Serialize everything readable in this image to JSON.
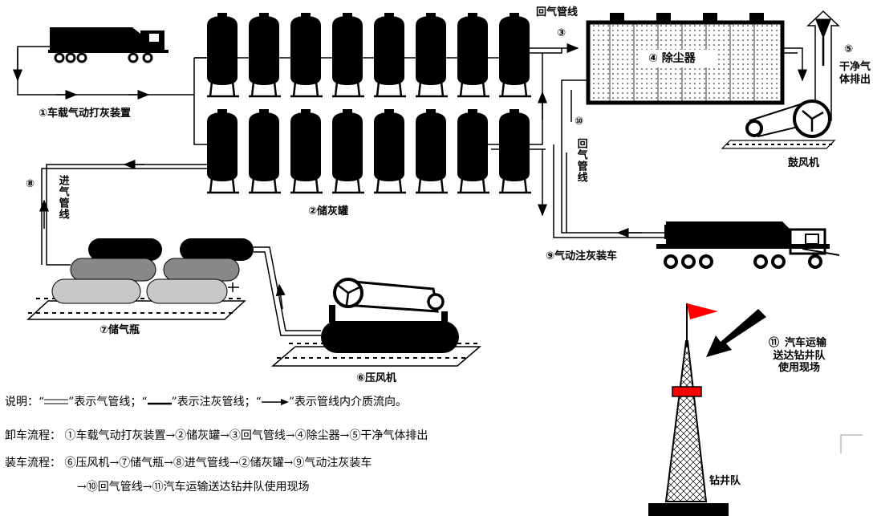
{
  "labels": {
    "truck_unload": "①车载气动打灰装置",
    "storage_tanks": "②储灰罐",
    "return_line_top": "回气管线",
    "return_line_top_num": "③",
    "dust_collector": "④ 除尘器",
    "clean_gas_num": "⑤",
    "clean_gas": "干净气\n体排出",
    "blower": "鼓风机",
    "return_line_num": "⑩",
    "return_line_vertical": "回气管线",
    "inlet_num": "⑧",
    "inlet_line": "进气管线",
    "gas_cylinders": "⑦储气瓶",
    "compressor": "⑥压风机",
    "truck_load": "⑨气动注灰装车",
    "transport_num": "⑪",
    "transport": "汽车运输\n送达钻井队\n使用现场",
    "drilling_team": "钻井队"
  },
  "legend": {
    "prefix": "说明：“",
    "gas_line": "表示气管线；“",
    "ash_line": "表示注灰管线；“",
    "flow": "表示管线内介质流向。",
    "quote_close": "”"
  },
  "process": {
    "unload_label": "卸车流程：",
    "unload_steps": "①车载气动打灰装置→②储灰罐→③回气管线→④除尘器→⑤干净气体排出",
    "load_label": "装车流程：",
    "load_steps_1": "⑥压风机→⑦储气瓶→⑧进气管线→②储灰罐→⑨气动注灰装车",
    "load_steps_2": "→⑩回气管线→⑪汽车运输送达钻井队使用现场"
  },
  "colors": {
    "ink": "#000000",
    "flag": "#ff0000",
    "gray_dark": "#888888",
    "gray_light": "#c8c8c8"
  }
}
